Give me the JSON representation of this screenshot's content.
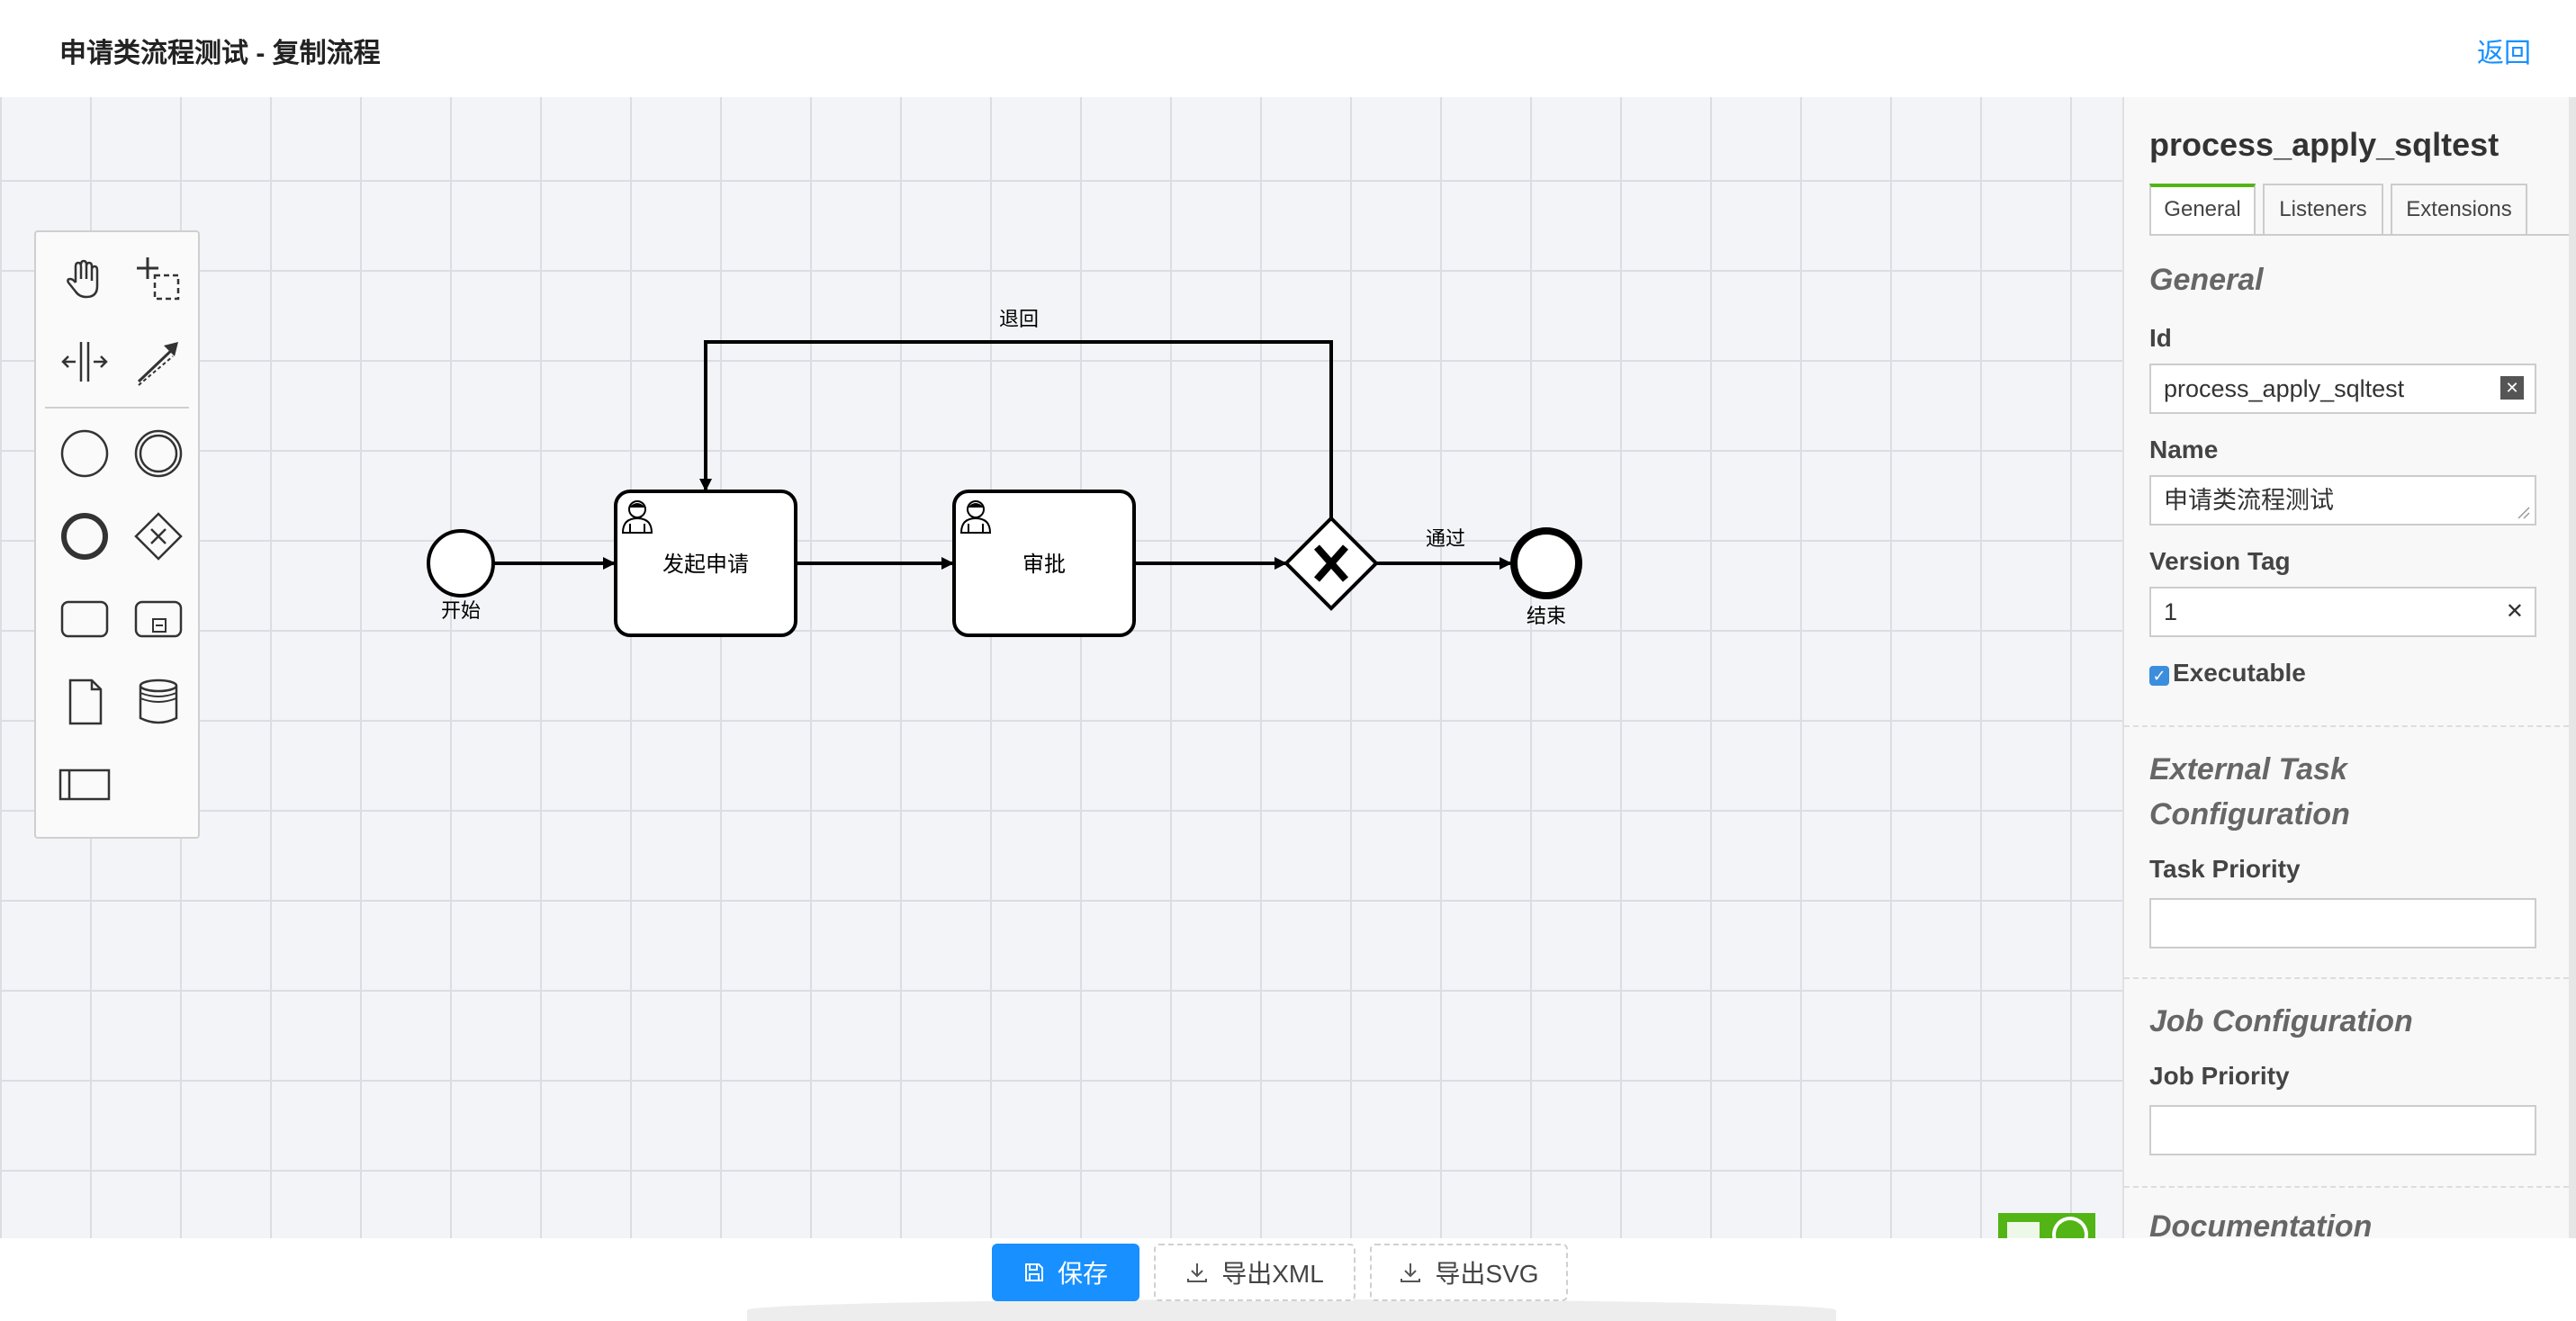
{
  "header": {
    "title": "申请类流程测试 - 复制流程",
    "back_label": "返回"
  },
  "palette": {
    "tools": [
      "hand-tool",
      "lasso-tool",
      "space-tool",
      "global-connect-tool",
      "start-event",
      "intermediate-event",
      "end-event",
      "gateway",
      "task",
      "subprocess",
      "data-object",
      "data-store",
      "participant"
    ]
  },
  "diagram": {
    "start_label": "开始",
    "task1_label": "发起申请",
    "task2_label": "审批",
    "end_label": "结束",
    "flow_pass_label": "通过",
    "flow_back_label": "退回"
  },
  "properties": {
    "process_name": "process_apply_sqltest",
    "tabs": [
      {
        "label": "General",
        "active": true
      },
      {
        "label": "Listeners",
        "active": false
      },
      {
        "label": "Extensions",
        "active": false
      }
    ],
    "general_title": "General",
    "id_label": "Id",
    "id_value": "process_apply_sqltest",
    "name_label": "Name",
    "name_value": "申请类流程测试",
    "version_label": "Version Tag",
    "version_value": "1",
    "executable_label": "Executable",
    "executable_checked": true,
    "external_title_line1": "External Task",
    "external_title_line2": "Configuration",
    "task_priority_label": "Task Priority",
    "task_priority_value": "",
    "job_title": "Job Configuration",
    "job_priority_label": "Job Priority",
    "job_priority_value": "",
    "documentation_title": "Documentation"
  },
  "toolbar": {
    "save_label": "保存",
    "export_xml_label": "导出XML",
    "export_svg_label": "导出SVG"
  },
  "colors": {
    "accent": "#1890ff",
    "tab_active": "#52b415",
    "logo": "#52b415"
  }
}
